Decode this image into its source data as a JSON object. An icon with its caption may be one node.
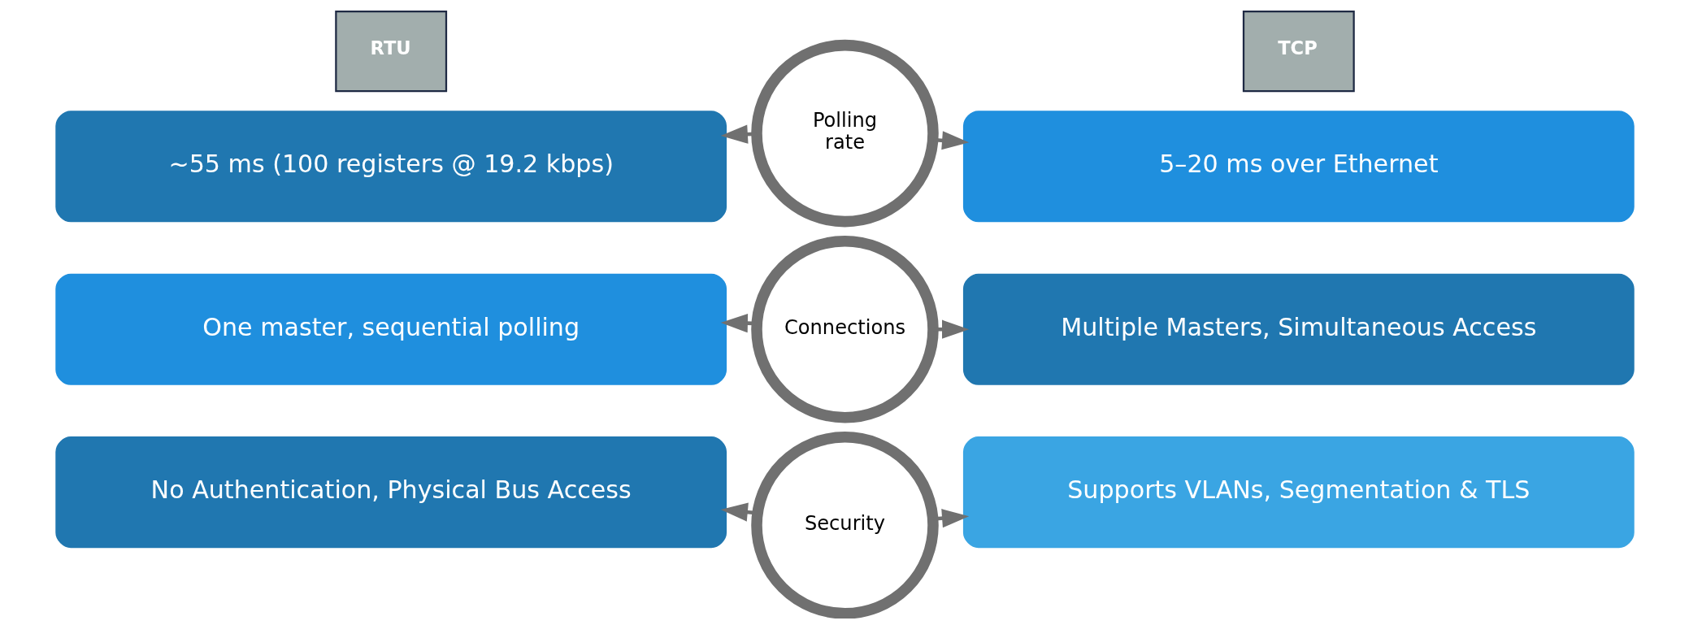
{
  "diagram": {
    "nodes": [
      {
        "text": [
          "RTU"
        ]
      },
      {
        "text": [
          "TCP"
        ]
      },
      {
        "text": [
          "~55 ms (100 registers @ 19.2 kbps)"
        ]
      },
      {
        "text": [
          "Polling rate"
        ]
      },
      {
        "text": [
          "5–20 ms over Ethernet"
        ]
      },
      {
        "text": [
          "One master, sequential polling"
        ]
      },
      {
        "text": [
          "Connections"
        ]
      },
      {
        "text": [
          "Multiple Masters, Simultaneous Access"
        ]
      },
      {
        "text": [
          "No Authentication, Physical Bus Access"
        ]
      },
      {
        "text": [
          "Security"
        ]
      },
      {
        "text": [
          "Supports VLANs, Segmentation & TLS"
        ]
      }
    ],
    "edges": [
      {
        "from": 3,
        "to": 2,
        "arrow": "to"
      },
      {
        "from": 3,
        "to": 4,
        "arrow": "to"
      },
      {
        "from": 6,
        "to": 5,
        "arrow": "to"
      },
      {
        "from": 6,
        "to": 7,
        "arrow": "to"
      },
      {
        "from": 9,
        "to": 8,
        "arrow": "to"
      },
      {
        "from": 9,
        "to": 10,
        "arrow": "to"
      }
    ]
  }
}
